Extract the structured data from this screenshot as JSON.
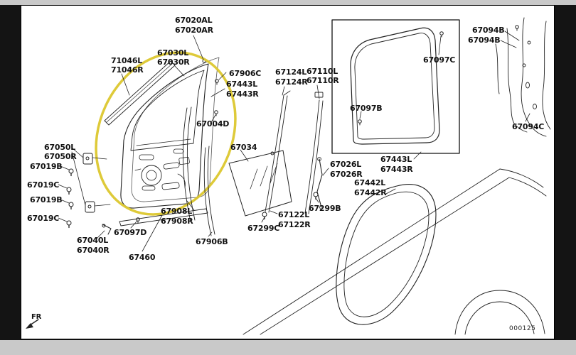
{
  "frame": {
    "fr_label": "FR",
    "drawing_number": "000125"
  },
  "highlight": {
    "color": "#dcc72e"
  },
  "callouts": [
    "67020AL",
    "67020AR",
    "67030L",
    "67030R",
    "71046L",
    "71046R",
    "67906C",
    "67443L",
    "67443R",
    "67124L",
    "67124R",
    "67110L",
    "67110R",
    "67094B",
    "67094B",
    "67097C",
    "67094C",
    "67097B",
    "67443L",
    "67443R",
    "67050L",
    "67050R",
    "67019B",
    "67019C",
    "67019B",
    "67019C",
    "67004D",
    "67034",
    "67026L",
    "67026R",
    "67442L",
    "67442R",
    "67299B",
    "67122L",
    "67122R",
    "67299C",
    "67908L",
    "67908R",
    "67906B",
    "67097D",
    "67460",
    "67040L",
    "67040R"
  ]
}
